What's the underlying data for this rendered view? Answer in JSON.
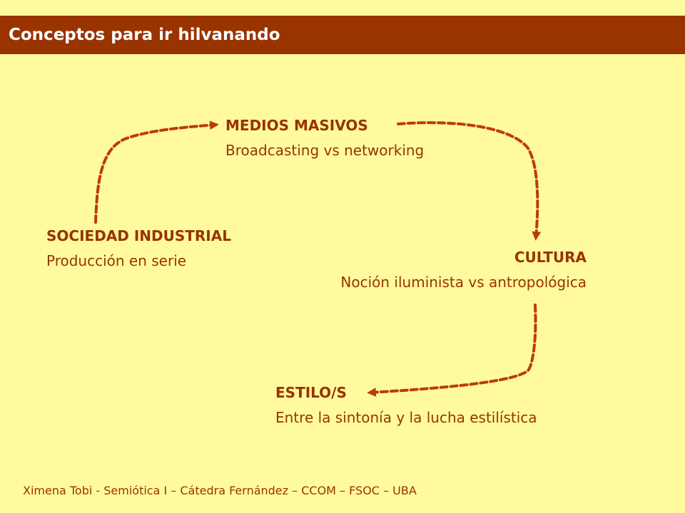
{
  "header": {
    "title": "Conceptos para ir hilvanando"
  },
  "concepts": {
    "medios": {
      "title": "MEDIOS MASIVOS",
      "subtitle": "Broadcasting vs networking"
    },
    "sociedad": {
      "title": "SOCIEDAD INDUSTRIAL",
      "subtitle": "Producción en serie"
    },
    "cultura": {
      "title": "CULTURA",
      "subtitle": "Noción iluminista vs antropológica"
    },
    "estilo": {
      "title": "ESTILO/S",
      "subtitle": "Entre la sintonía y la lucha estilística"
    }
  },
  "footer": {
    "credit": "Ximena Tobi - Semiótica I – Cátedra Fernández – CCOM – FSOC – UBA"
  },
  "colors": {
    "background": "#FFFA9E",
    "title_bar": "#993300",
    "text": "#993300",
    "arrow": "#BD3A0F"
  }
}
